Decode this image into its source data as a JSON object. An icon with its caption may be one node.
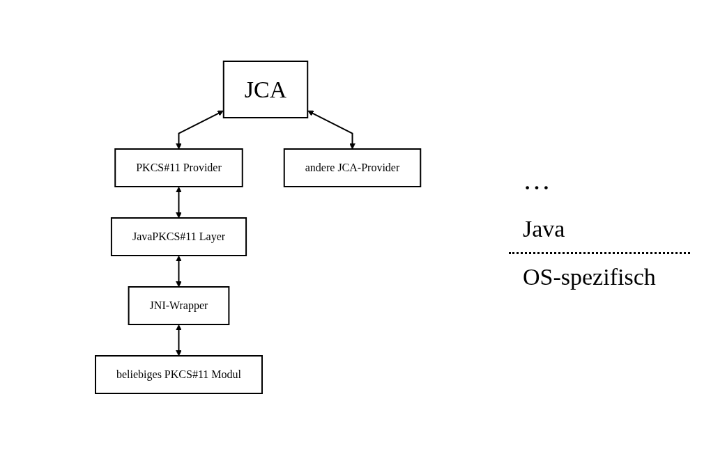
{
  "diagram": {
    "nodes": [
      {
        "text": [
          "JCA"
        ]
      },
      {
        "text": [
          "PKCS#11 Provider"
        ]
      },
      {
        "text": [
          "andere JCA-Provider"
        ]
      },
      {
        "text": [
          "JavaPKCS#11 Layer"
        ]
      },
      {
        "text": [
          "JNI-Wrapper"
        ]
      },
      {
        "text": [
          "beliebiges PKCS#11 Modul"
        ]
      }
    ],
    "edges": [
      {
        "from": 0,
        "to": 1,
        "arrow": "both"
      },
      {
        "from": 0,
        "to": 2,
        "arrow": "both"
      },
      {
        "from": 1,
        "to": 3,
        "arrow": "both"
      },
      {
        "from": 3,
        "to": 4,
        "arrow": "both"
      },
      {
        "from": 4,
        "to": 5,
        "arrow": "both"
      }
    ],
    "labels": [
      "…",
      "Java",
      "OS-spezifisch"
    ]
  }
}
